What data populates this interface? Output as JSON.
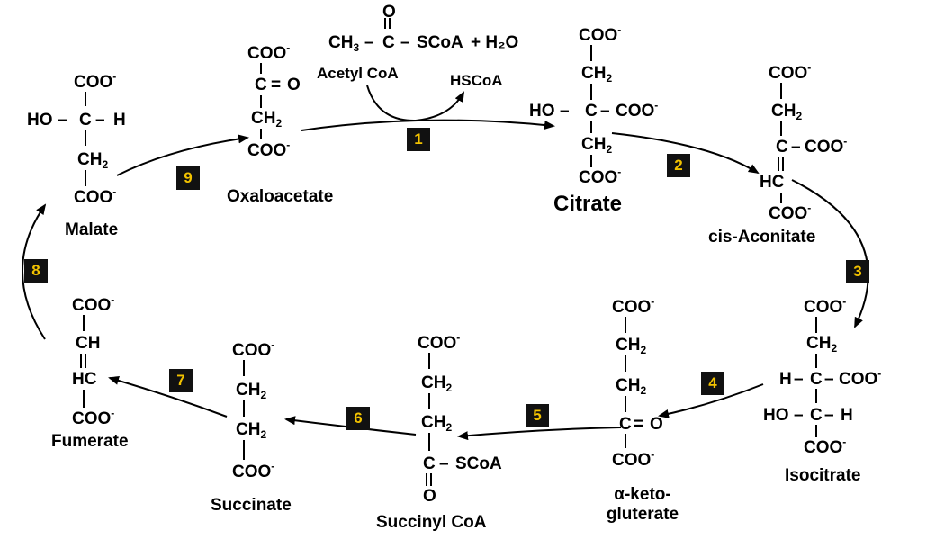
{
  "molecules": {
    "citrate": "Citrate",
    "cis_aconitate": "cis-Aconitate",
    "isocitrate": "Isocitrate",
    "alpha_ketoglutarate_line1": "α-keto-",
    "alpha_ketoglutarate_line2": "gluterate",
    "succinyl_coa": "Succinyl CoA",
    "succinate": "Succinate",
    "fumerate": "Fumerate",
    "malate": "Malate",
    "oxaloacetate": "Oxaloacetate",
    "acetyl_coa": "Acetyl CoA"
  },
  "reagents": {
    "water": "+ H₂O",
    "hscoa": "HSCoA"
  },
  "steps": [
    "1",
    "2",
    "3",
    "4",
    "5",
    "6",
    "7",
    "8",
    "9"
  ],
  "groups": {
    "coo": "COO",
    "charge": "-",
    "ch2": "CH",
    "sub2": "2",
    "ch": "CH",
    "hc": "HC",
    "c": "C",
    "o": "O",
    "h": "H",
    "ho": "HO",
    "ch3": "CH",
    "sub3": "3",
    "scoa": "SCoA"
  },
  "colors": {
    "badge_bg": "#111111",
    "badge_fg": "#f2c200",
    "arrow": "#000000"
  }
}
